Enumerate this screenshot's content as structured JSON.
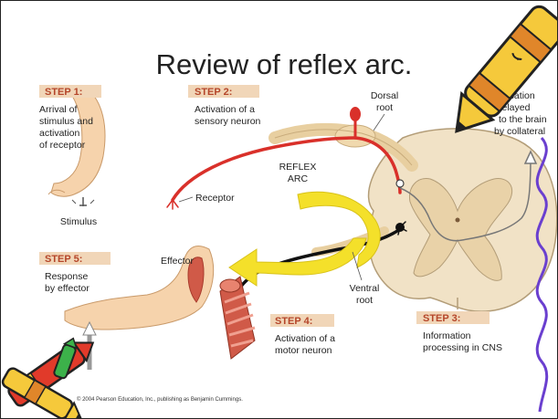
{
  "title": "Review of reflex arc.",
  "steps": [
    {
      "tag": "STEP 1:",
      "lines": [
        "Arrival of",
        "stimulus and",
        "activation",
        "of receptor"
      ]
    },
    {
      "tag": "STEP 2:",
      "lines": [
        "Activation of a",
        "sensory neuron"
      ]
    },
    {
      "tag": "STEP 3:",
      "lines": [
        "Information",
        "processing in CNS"
      ]
    },
    {
      "tag": "STEP 4:",
      "lines": [
        "Activation of a",
        "motor neuron"
      ]
    },
    {
      "tag": "STEP 5:",
      "lines": [
        "Response",
        "by effector"
      ]
    }
  ],
  "labels": {
    "stimulus": "Stimulus",
    "receptor": "Receptor",
    "reflex_arc": [
      "REFLEX",
      "ARC"
    ],
    "dorsal_root": [
      "Dorsal",
      "root"
    ],
    "ventral_root": [
      "Ventral",
      "root"
    ],
    "effector": "Effector",
    "sensation": [
      "Sensation",
      "relayed",
      "to the brain",
      "by collateral"
    ]
  },
  "copyright": "© 2004 Pearson Education, Inc., publishing as Benjamin Cummings.",
  "colors": {
    "sensory": "#d9302a",
    "motor": "#111111",
    "arrow": "#f4e02a",
    "skin": "#f6d3ac",
    "cord": "#f1e2c6",
    "muscle": "#d05a48",
    "step_tag": "#b5462a",
    "squiggle": "#6a3fcf"
  },
  "icons": [
    "crayon-icon",
    "crayon-icon",
    "crayon-icon"
  ]
}
